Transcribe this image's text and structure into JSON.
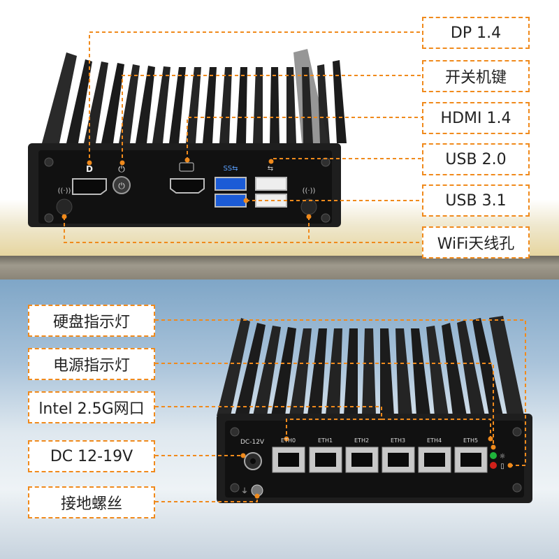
{
  "top_labels": [
    {
      "id": "dp",
      "text": "DP 1.4"
    },
    {
      "id": "power-key",
      "text": "开关机键"
    },
    {
      "id": "hdmi",
      "text": "HDMI 1.4"
    },
    {
      "id": "usb20",
      "text": "USB 2.0"
    },
    {
      "id": "usb31",
      "text": "USB 3.1"
    },
    {
      "id": "wifi",
      "text": "WiFi天线孔"
    }
  ],
  "bottom_labels": [
    {
      "id": "hdd-led",
      "text": "硬盘指示灯"
    },
    {
      "id": "power-led",
      "text": "电源指示灯"
    },
    {
      "id": "lan",
      "text": "lntel 2.5G网口"
    },
    {
      "id": "dc",
      "text": "DC 12-19V"
    },
    {
      "id": "ground",
      "text": "接地螺丝"
    }
  ],
  "rear_panel": {
    "dc_marking": "DC-12V",
    "ports": [
      "ETH0",
      "ETH1",
      "ETH2",
      "ETH3",
      "ETH4",
      "ETH5"
    ]
  },
  "colors": {
    "accent": "#f08a1c",
    "chassis": "#1e1e1e",
    "panel": "#111111"
  },
  "icons": [
    "displayport-icon",
    "power-icon",
    "hdmi-icon",
    "usb-ss-icon",
    "usb-icon",
    "wifi-antenna-icon",
    "ground-icon",
    "led-sun-icon",
    "led-disk-icon"
  ]
}
